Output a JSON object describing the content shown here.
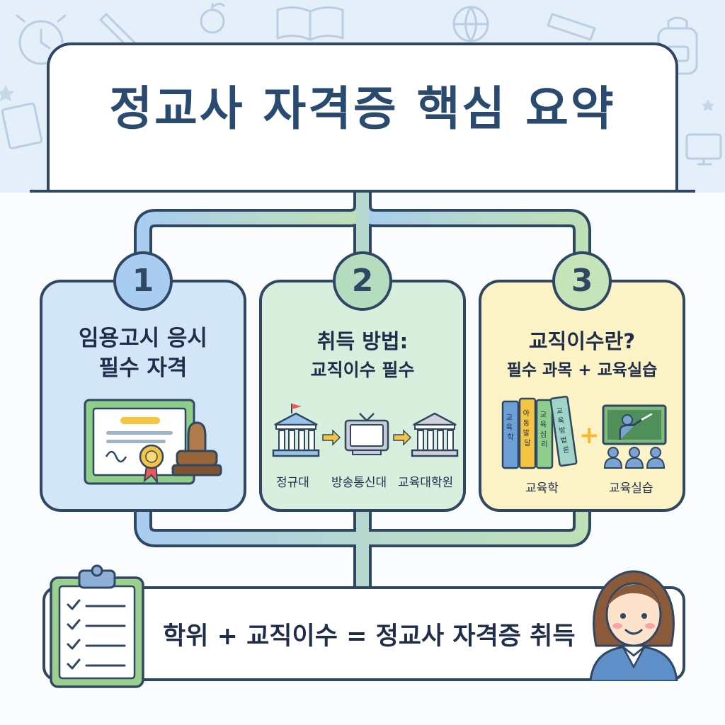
{
  "title": "정교사 자격증 핵심 요약",
  "steps": [
    {
      "number": "1",
      "title_line1": "임용고시 응시",
      "title_line2": "필수 자격"
    },
    {
      "number": "2",
      "title_line1": "취득 방법:",
      "title_line2": "교직이수 필수",
      "path": [
        "정규대",
        "방송통신대",
        "교육대학원"
      ]
    },
    {
      "number": "3",
      "title_line1": "교직이수란?",
      "title_line2": "필수 과목 + 교육실습",
      "books": [
        "교육학",
        "아동발달",
        "교육심리",
        "교육방법론"
      ],
      "plus": "+",
      "labels": [
        "교육학",
        "교육실습"
      ]
    }
  ],
  "summary": "학위 + 교직이수 = 정교사 자격증 취득",
  "icons": {
    "certificate": "certificate-icon",
    "stamp": "stamp-icon",
    "university": "university-building-icon",
    "tv": "tv-icon",
    "graduate_school": "graduate-school-building-icon",
    "books": "books-icon",
    "classroom": "classroom-teaching-icon",
    "clipboard": "clipboard-checklist-icon",
    "teacher": "teacher-avatar"
  },
  "colors": {
    "card1": "#d3e6f8",
    "card2": "#d9efde",
    "card3": "#fbf2c6",
    "pipe_blue": "#a9cdf0",
    "pipe_green": "#b6dcc0",
    "outline": "#2f4763",
    "title": "#2b4a6f"
  }
}
